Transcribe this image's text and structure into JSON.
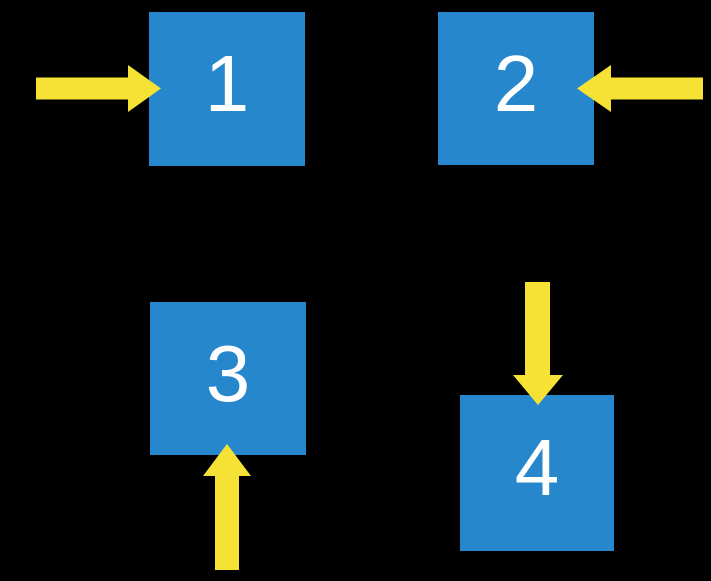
{
  "colors": {
    "background": "#000000",
    "box": "#2787CC",
    "arrow": "#F6E234",
    "label": "#FFFFFF"
  },
  "diagram": {
    "items": [
      {
        "label": "1",
        "arrow": "arrow-pointing-right"
      },
      {
        "label": "2",
        "arrow": "arrow-pointing-left"
      },
      {
        "label": "3",
        "arrow": "arrow-pointing-up"
      },
      {
        "label": "4",
        "arrow": "arrow-pointing-down"
      }
    ]
  }
}
